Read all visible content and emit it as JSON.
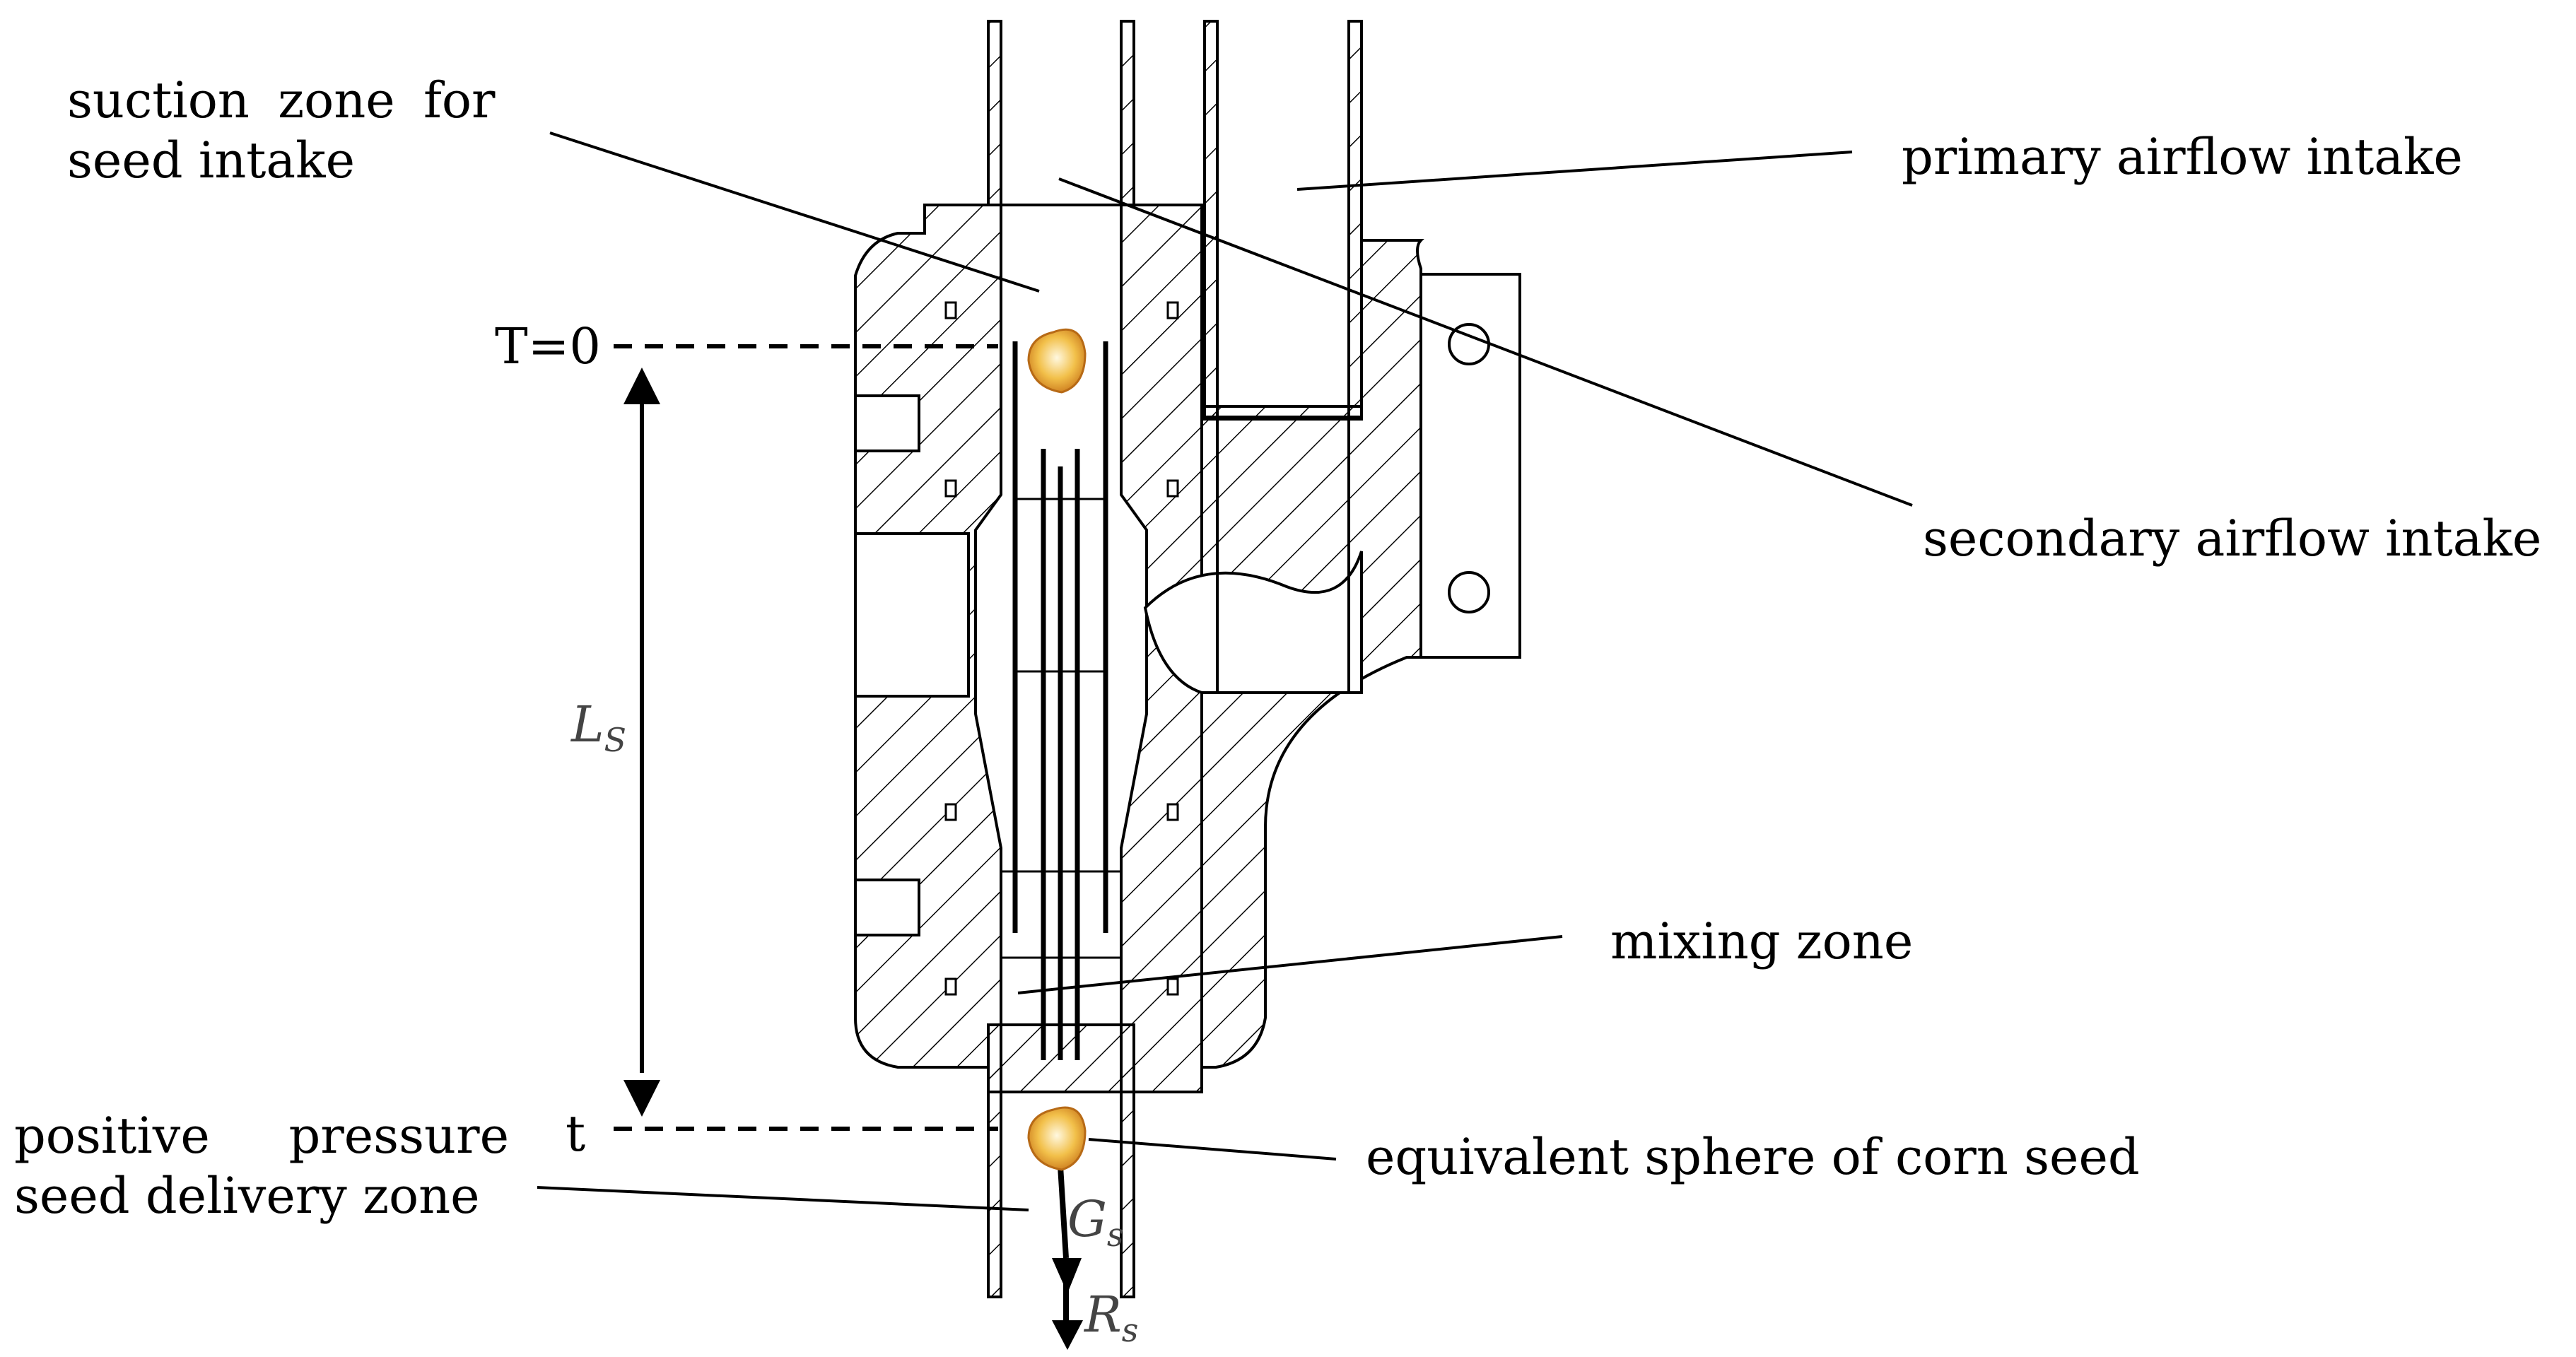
{
  "labels": {
    "suction_zone_line1": "suction zone for",
    "suction_zone_line2": "seed intake",
    "primary_airflow": "primary airflow intake",
    "secondary_airflow": "secondary airflow intake",
    "mixing_zone": "mixing zone",
    "positive_pressure_line1_word1": "positive",
    "positive_pressure_line1_word2": "pressure",
    "positive_pressure_line2": "seed delivery zone",
    "equivalent_sphere": "equivalent sphere of corn seed"
  },
  "symbols": {
    "time_start": "T=0",
    "time_end": "t",
    "distance_main": "L",
    "distance_sub": "S",
    "gravity_main": "G",
    "gravity_sub": "s",
    "resistance_main": "R",
    "resistance_sub": "s"
  },
  "colors": {
    "line": "#000000",
    "seed_outer": "#e8a21c",
    "seed_inner": "#f7f0d8"
  }
}
